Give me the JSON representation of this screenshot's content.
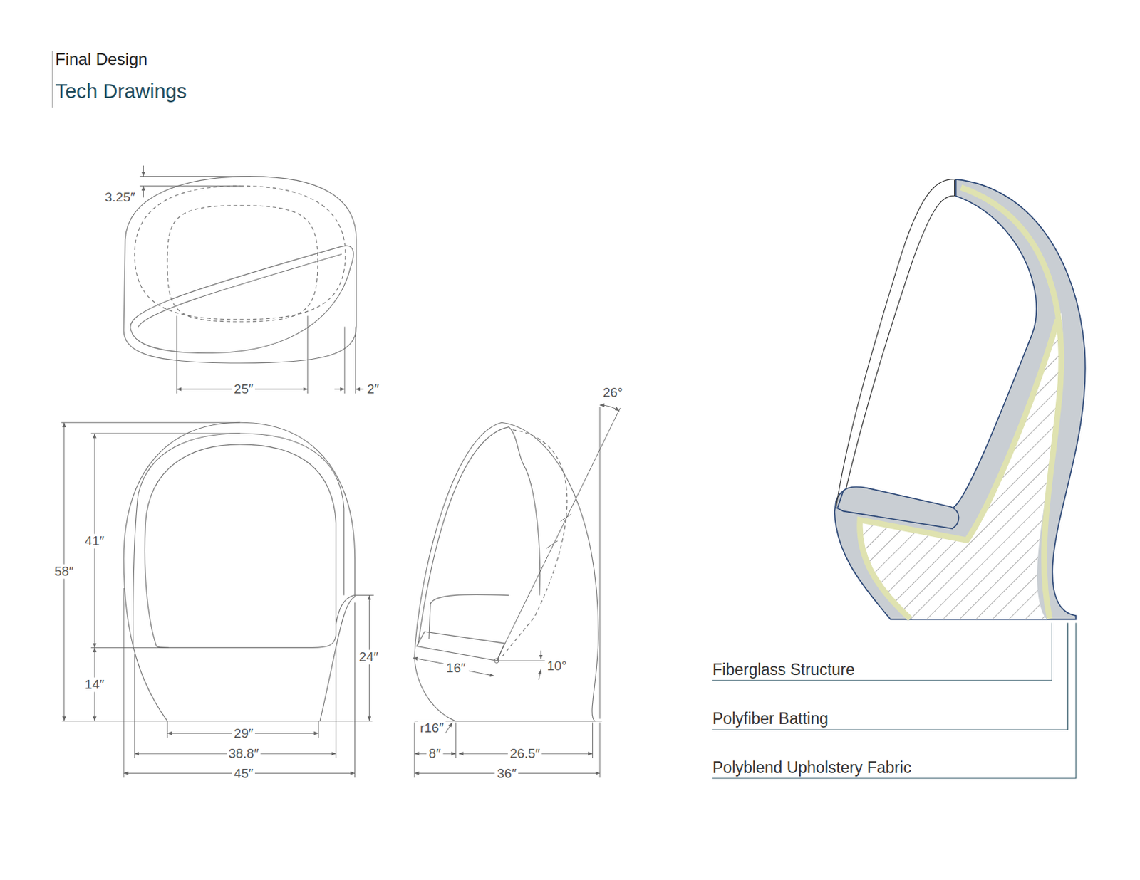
{
  "diagram": {
    "title": "Final Design",
    "labels": [
      "Tech Drawings",
      "3.25″",
      "25″",
      "2″",
      "26°",
      "41″",
      "58″",
      "24″",
      "14″",
      "16″",
      "10°",
      "r16″",
      "29″",
      "38.8″",
      "45″",
      "8″",
      "26.5″",
      "36″",
      "Fiberglass Structure",
      "Polyfiber Batting",
      "Polyblend Upholstery Fabric"
    ]
  }
}
